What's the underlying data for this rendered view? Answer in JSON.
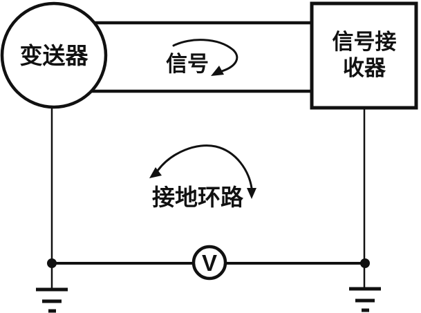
{
  "diagram": {
    "title": "ground-loop-interference-circuit-diagram",
    "transmitter": {
      "label": "变送器"
    },
    "receiver": {
      "label_line1": "信号接",
      "label_line2": "收器"
    },
    "signal": {
      "label": "信号"
    },
    "ground_loop": {
      "label": "接地环路"
    },
    "voltmeter": {
      "label": "V"
    },
    "colors": {
      "line": "#111111",
      "background": "#ffffff"
    }
  }
}
